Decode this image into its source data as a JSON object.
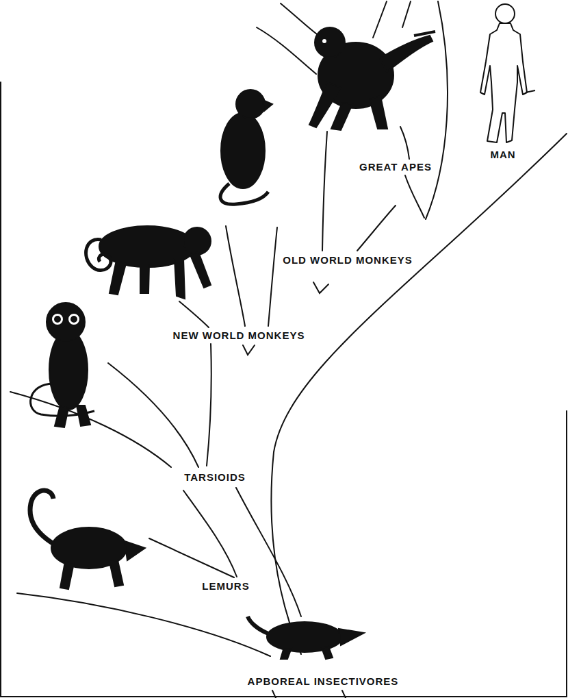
{
  "diagram": {
    "labels": [
      "MAN",
      "GREAT APES",
      "OLD WORLD MONKEYS",
      "NEW WORLD MONKEYS",
      "TARSIOIDS",
      "LEMURS",
      "APBOREAL INSECTIVORES"
    ]
  }
}
